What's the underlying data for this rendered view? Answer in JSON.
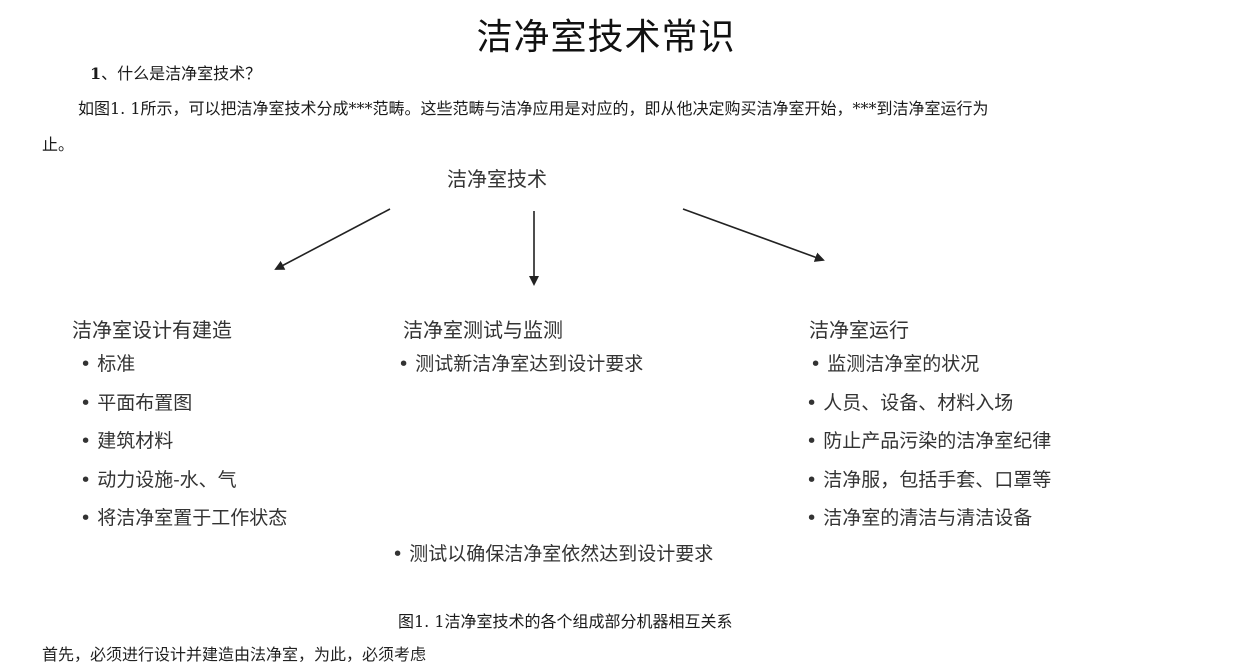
{
  "document": {
    "title": "洁净室技术常识",
    "question_number": "1",
    "question_text": "、什么是洁净室技术？",
    "paragraph_line1": "如图1. 1所示，可以把洁净室技术分成***范畴。这些范畴与洁净应用是对应的，即从他决定购买洁净室开始，***到洁净室运行为",
    "paragraph_line2": "止。",
    "partial_line": "首先，必须进行设计并建造由法净室，为此，必须考虑"
  },
  "diagram": {
    "root": "洁净室技术",
    "columns": [
      {
        "title": "洁净室设计有建造",
        "items": [
          "标准",
          "平面布置图",
          "建筑材料",
          "动力设施-水、气",
          "将洁净室置于工作状态"
        ]
      },
      {
        "title": "洁净室测试与监测",
        "items": [
          "测试新洁净室达到设计要求"
        ],
        "extra_item": "测试以确保洁净室依然达到设计要求"
      },
      {
        "title": "洁净室运行",
        "items": [
          "监测洁净室的状况",
          "人员、设备、材料入场",
          "防止产品污染的洁净室纪律",
          "洁净服，包括手套、口罩等",
          "洁净室的清洁与清洁设备"
        ]
      }
    ],
    "caption": "图1. 1洁净室技术的各个组成部分机器相互关系"
  }
}
